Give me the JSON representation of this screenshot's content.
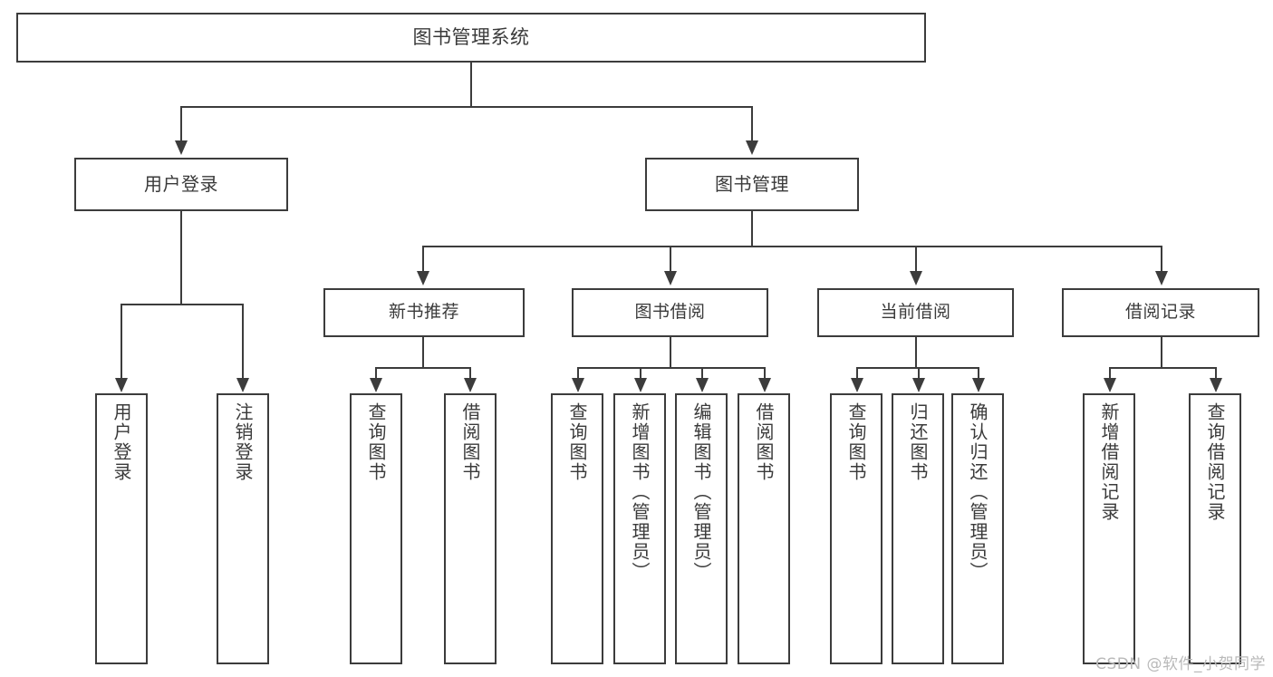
{
  "diagram": {
    "type": "tree",
    "title": "图书管理系统",
    "root": {
      "label": "图书管理系统"
    },
    "level2": [
      {
        "label": "用户登录"
      },
      {
        "label": "图书管理"
      }
    ],
    "level3": [
      {
        "label": "新书推荐"
      },
      {
        "label": "图书借阅"
      },
      {
        "label": "当前借阅"
      },
      {
        "label": "借阅记录"
      }
    ],
    "leaves": {
      "user_login": [
        {
          "label": "用户登录"
        },
        {
          "label": "注销登录"
        }
      ],
      "new_book_recommend": [
        {
          "label": "查询图书"
        },
        {
          "label": "借阅图书"
        }
      ],
      "book_borrow": [
        {
          "label": "查询图书"
        },
        {
          "label": "新增图书（管理员）"
        },
        {
          "label": "编辑图书（管理员）"
        },
        {
          "label": "借阅图书"
        }
      ],
      "current_borrow": [
        {
          "label": "查询图书"
        },
        {
          "label": "归还图书"
        },
        {
          "label": "确认归还（管理员）"
        }
      ],
      "borrow_record": [
        {
          "label": "新增借阅记录"
        },
        {
          "label": "查询借阅记录"
        }
      ]
    }
  },
  "watermark": {
    "text": "CSDN @软件_小贺同学"
  },
  "colors": {
    "stroke": "#3c3c3c",
    "text": "#3a3a3a",
    "background": "#ffffff",
    "watermark": "#b9b9b9"
  }
}
